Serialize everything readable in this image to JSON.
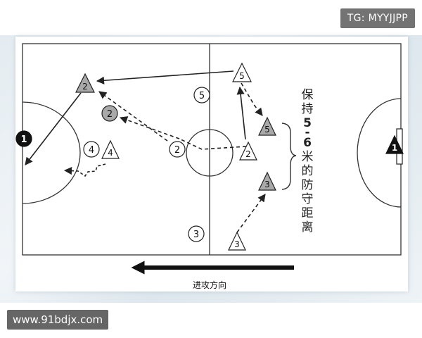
{
  "watermarks": {
    "top": "TG: MYYJJPP",
    "bottom": "www.91bdjx.com"
  },
  "diagram": {
    "note": [
      "保",
      "持",
      "5",
      "-",
      "6",
      "米",
      "的",
      "防",
      "守",
      "距",
      "离"
    ],
    "direction_label": "进攻方向",
    "attackers": [
      {
        "label": "1",
        "style": "black"
      },
      {
        "label": "2",
        "style": "gray"
      },
      {
        "label": "2",
        "style": "white"
      },
      {
        "label": "3",
        "style": "white"
      },
      {
        "label": "4",
        "style": "white"
      },
      {
        "label": "5",
        "style": "white"
      }
    ],
    "defenders": [
      {
        "label": "1",
        "style": "black"
      },
      {
        "label": "2",
        "style": "gray"
      },
      {
        "label": "2",
        "style": "white"
      },
      {
        "label": "3",
        "style": "gray"
      },
      {
        "label": "3",
        "style": "white"
      },
      {
        "label": "4",
        "style": "white"
      },
      {
        "label": "5",
        "style": "white"
      },
      {
        "label": "5",
        "style": "gray"
      }
    ],
    "colors": {
      "line": "#222222",
      "gray": "#a9a9a9",
      "black": "#111111",
      "white": "#ffffff"
    }
  }
}
